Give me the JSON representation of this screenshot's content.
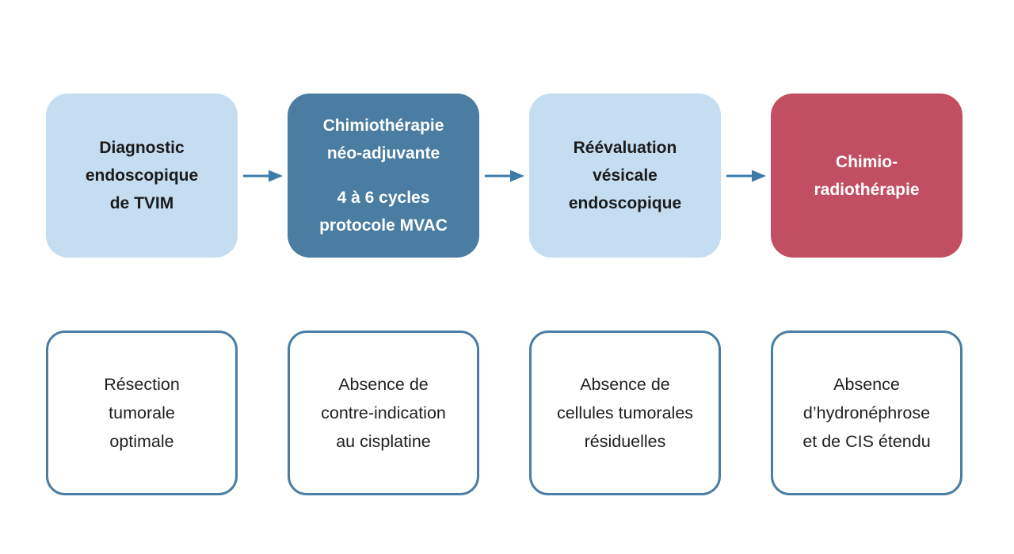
{
  "palette": {
    "light_blue": "#c4ddf0",
    "steel_blue": "#4a7da1",
    "red": "#c14f61",
    "outline_blue": "#4a7ea5",
    "arrow_blue": "#3e7ca8",
    "text_dark": "#1b1b1b",
    "text_light": "#ffffff"
  },
  "flow": {
    "steps": [
      {
        "title": "Diagnostic\nendoscopique\nde TVIM",
        "subtitle": "",
        "variant": "light"
      },
      {
        "title": "Chimiothérapie\nnéo-adjuvante",
        "subtitle": "4 à 6 cycles\nprotocole MVAC",
        "variant": "dark"
      },
      {
        "title": "Réévaluation\nvésicale\nendoscopique",
        "subtitle": "",
        "variant": "light"
      },
      {
        "title": "Chimio-\nradiothérapie",
        "subtitle": "",
        "variant": "red"
      }
    ],
    "arrow_icon": "right-arrow",
    "conditions": [
      "Résection\ntumorale\noptimale",
      "Absence de\ncontre-indication\nau cisplatine",
      "Absence de\ncellules tumorales\nrésiduelles",
      "Absence\nd’hydronéphrose\net de CIS étendu"
    ]
  }
}
